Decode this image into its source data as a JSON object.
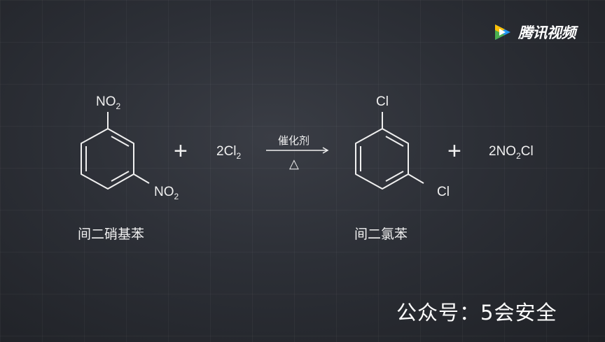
{
  "logo": {
    "text": "腾讯视频",
    "icon": "tencent-video-play-icon",
    "colors": [
      "#ffc107",
      "#4caf50",
      "#2196f3"
    ]
  },
  "reaction": {
    "reactant1": {
      "group_top": "NO",
      "group_bottom": "NO",
      "subscript": "2",
      "name": "间二硝基苯"
    },
    "plus": "+",
    "reagent": {
      "coefficient": "2Cl",
      "subscript": "2"
    },
    "arrow": {
      "catalyst": "催化剂",
      "condition": "△"
    },
    "product1": {
      "group_top": "Cl",
      "group_bottom": "Cl",
      "name": "间二氯苯"
    },
    "product2": {
      "prefix": "2NO",
      "subscript": "2",
      "suffix": "Cl"
    }
  },
  "watermark": "公众号：5会安全"
}
